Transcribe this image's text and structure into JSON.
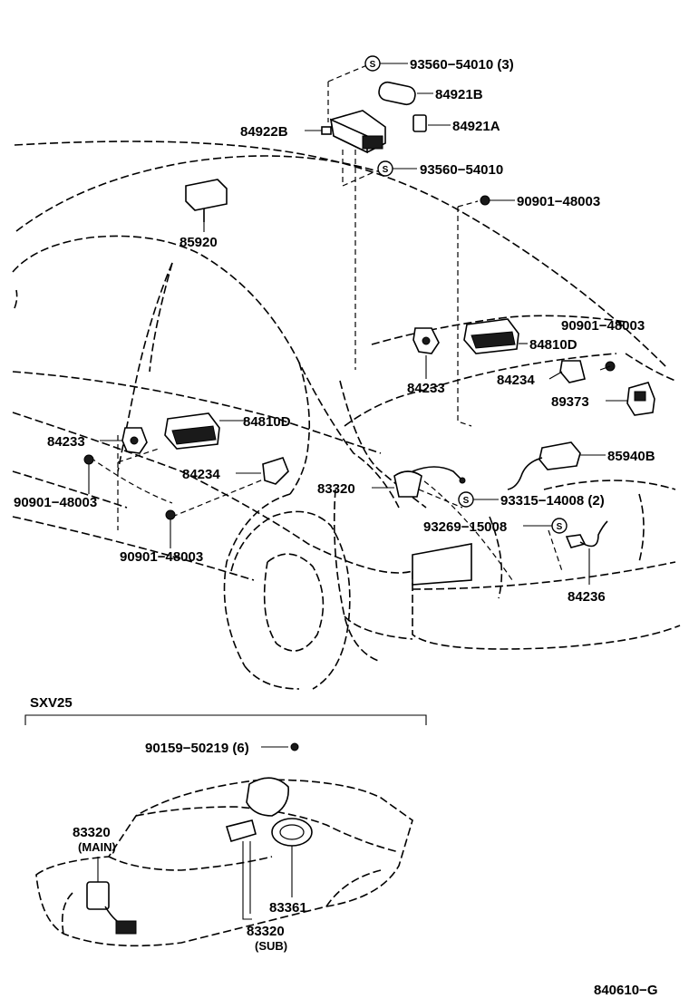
{
  "parts": {
    "p93560_54010_3": "93560−54010 (3)",
    "p84921B": "84921B",
    "p84922B": "84922B",
    "p84921A": "84921A",
    "p93560_54010": "93560−54010",
    "p90901_48003_a": "90901−48003",
    "p85920": "85920",
    "p90901_48003_b": "90901−48003",
    "p84810D_right": "84810D",
    "p84233_right": "84233",
    "p84234_right": "84234",
    "p89373": "89373",
    "p84233_left": "84233",
    "p84810D_left": "84810D",
    "p84234_left": "84234",
    "p90901_48003_c": "90901−48003",
    "p90901_48003_d": "90901−48003",
    "p85940B": "85940B",
    "p83320": "83320",
    "p93315_14008": "93315−14008 (2)",
    "p93269_15008": "93269−15008",
    "p84236": "84236"
  },
  "sxv25": {
    "title": "SXV25",
    "p90159_50219": "90159−50219 (6)",
    "p83320_main": "83320",
    "main_note": "(MAIN)",
    "p83361": "83361",
    "p83320_sub": "83320",
    "sub_note": "(SUB)"
  },
  "marker_s": "S",
  "figure_code": "840610−G"
}
